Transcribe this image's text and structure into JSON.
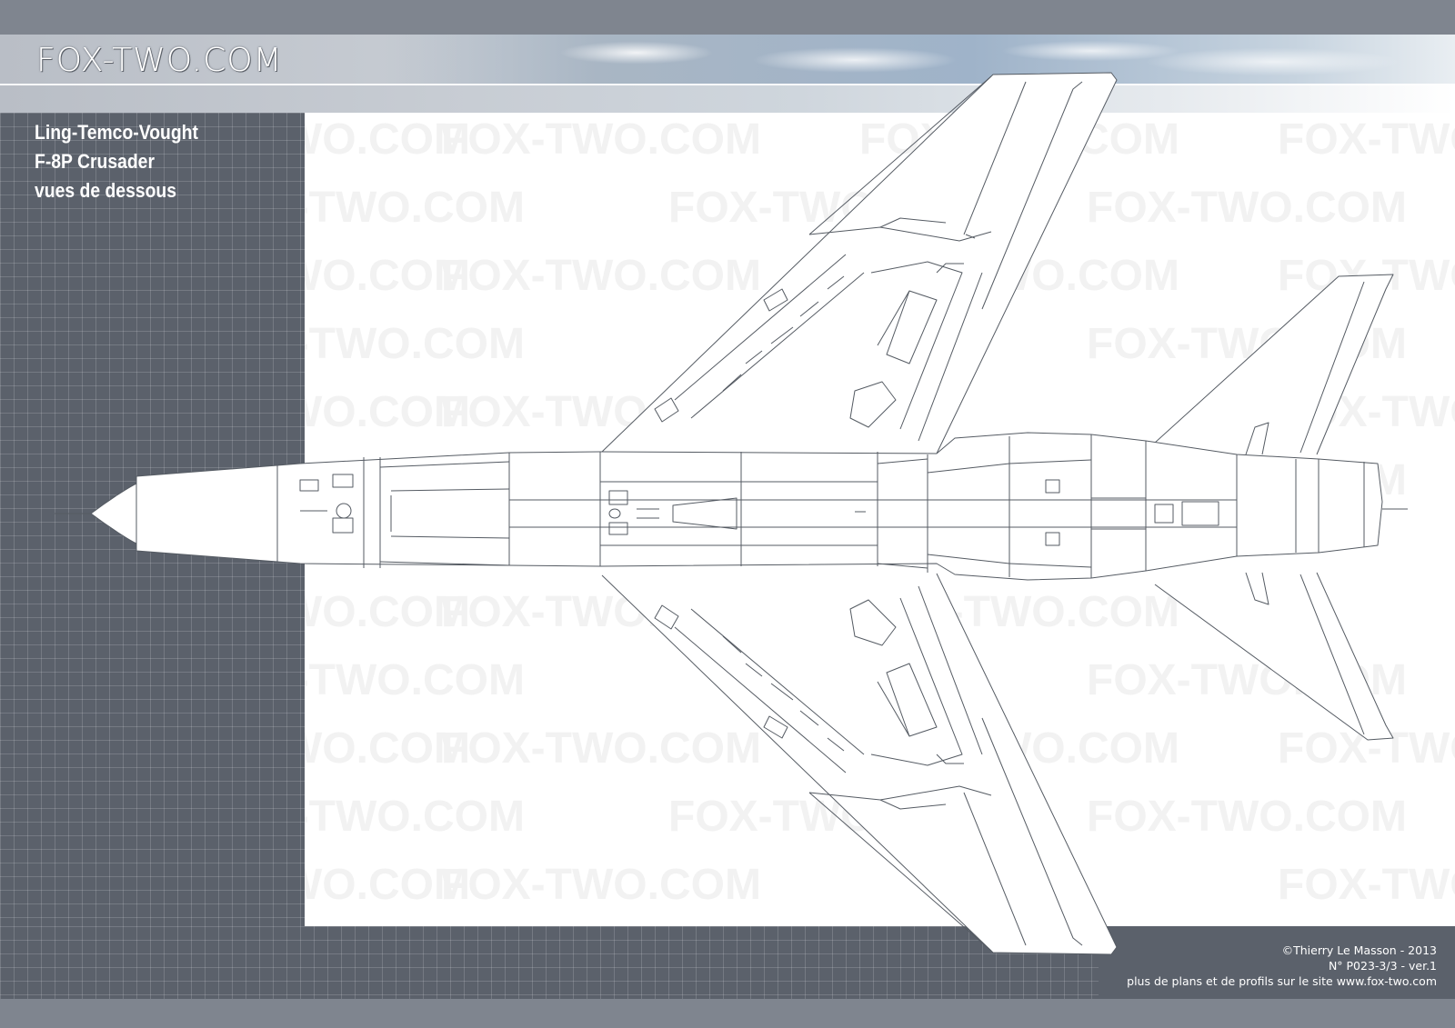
{
  "header": {
    "site_logo": "FOX-TWO.COM"
  },
  "title_block": {
    "manufacturer": "Ling-Temco-Vought",
    "model": "F-8P Crusader",
    "view": "vues de dessous"
  },
  "drawing": {
    "watermark_text": "FOX-TWO.COM",
    "subject": "F-8P Crusader underside view line drawing"
  },
  "footer": {
    "copyright": "©Thierry Le Masson - 2013",
    "reference": "N° P023-3/3   -   ver.1",
    "site_note": "plus de plans et de profils sur le site www.fox-two.com"
  },
  "colors": {
    "panel_gray": "#5b616b",
    "band_gray": "#7f858f",
    "drawing_bg": "#ffffff",
    "line_color": "#555b63",
    "watermark": "#f2f2f2"
  }
}
